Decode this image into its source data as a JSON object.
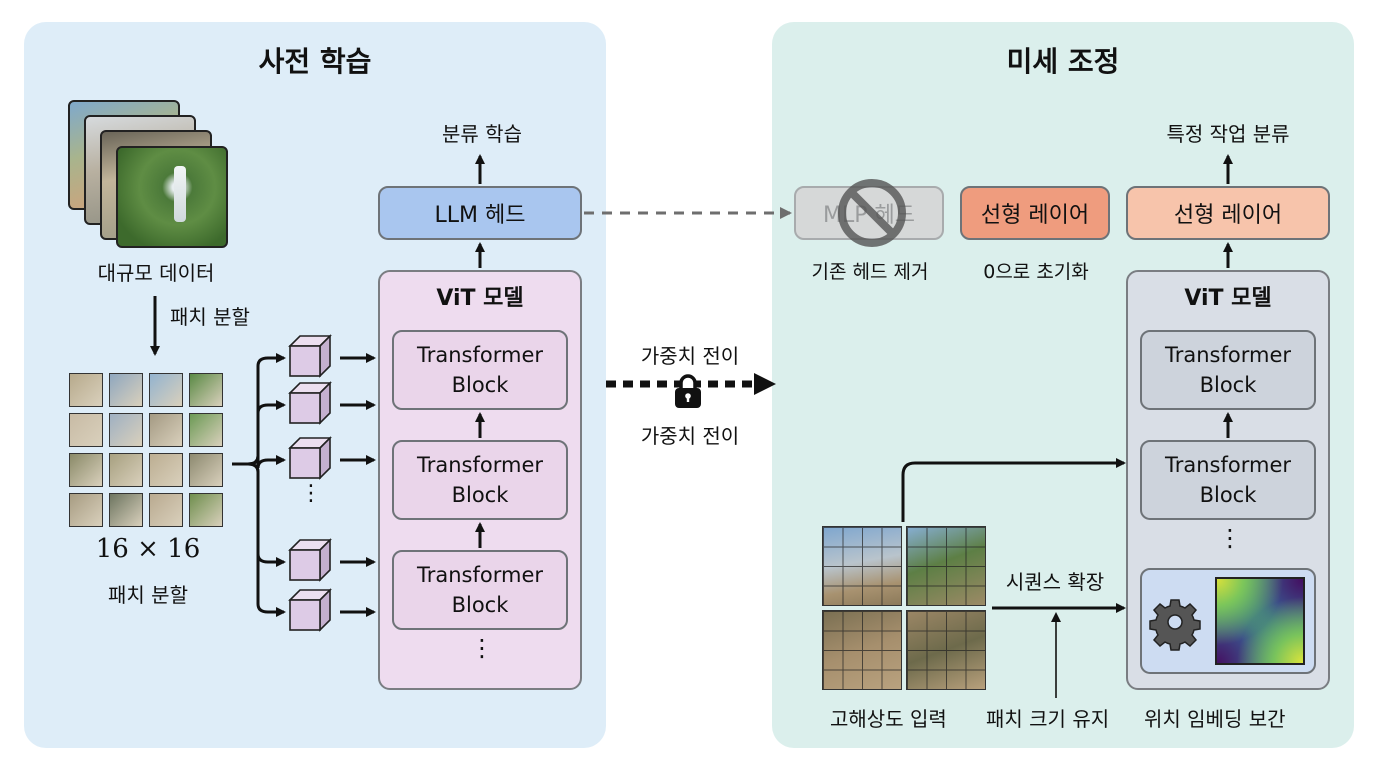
{
  "panels": {
    "pretrain": {
      "title": "사전 학습",
      "dataset_label": "대규모 데이터",
      "split_label": "패치 분할",
      "patch_size": "16 × 16",
      "patch_caption": "패치 분할",
      "head_output_label": "분류 학습",
      "head_label": "LLM 헤드",
      "vit": {
        "title": "ViT 모델",
        "blocks": [
          "Transformer\nBlock",
          "Transformer\nBlock",
          "Transformer\nBlock"
        ],
        "ellipsis": "⋮"
      },
      "token_ellipsis": "⋮"
    },
    "transfer": {
      "label_top": "가중치 전이",
      "label_bottom": "가중치 전이",
      "icon": "lock-icon"
    },
    "finetune": {
      "title": "미세 조정",
      "removed_head_label": "MLP 헤드",
      "removed_head_caption": "기존 헤드 제거",
      "new_layer_label": "선형 레이어",
      "new_layer_caption": "0으로 초기화",
      "output_label": "특정 작업 분류",
      "linear_layer_label": "선형 레이어",
      "vit": {
        "title": "ViT 모델",
        "blocks": [
          "Transformer\nBlock",
          "Transformer\nBlock"
        ],
        "ellipsis": "⋮"
      },
      "sequence_label": "시퀀스 확장",
      "captions": [
        "고해상도 입력",
        "패치 크기 유지",
        "위치 임베딩 보간"
      ]
    }
  },
  "colors": {
    "pretrain_bg": "#deedf8",
    "finetune_bg": "#dbefec",
    "llm_head": "#a9c6ef",
    "vit_pretrain": "#eedcef",
    "vit_finetune": "#d9dee6",
    "removed_head": "#d6d8d8",
    "linear_init": "#ef9c7e",
    "linear_layer": "#f7c4ab",
    "token_cube": "#ddcbe6"
  }
}
